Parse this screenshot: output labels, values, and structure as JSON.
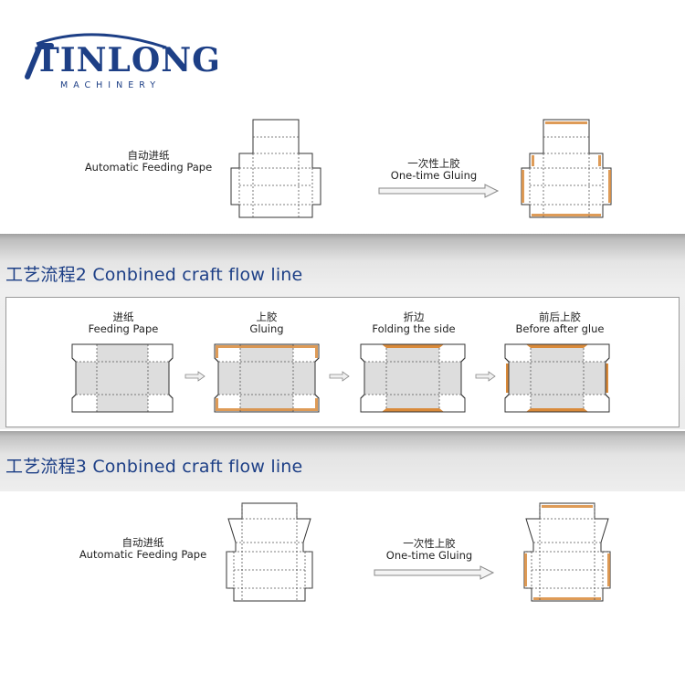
{
  "brand": {
    "logo_text": "TINLONG",
    "logo_sub": "MACHINERY",
    "logo_color": "#1d3f86"
  },
  "colors": {
    "glue": "#d98a3a",
    "dash": "#555555",
    "outline": "#333333",
    "panel_fill": "#dddddd",
    "band_top": "#9c9c9c",
    "band_bottom": "#ececec",
    "title": "#1d3f86"
  },
  "flow1": {
    "step1": {
      "cn": "自动进纸",
      "en": "Automatic Feeding Pape"
    },
    "step2": {
      "cn": "一次性上胶",
      "en": "One-time Gluing"
    }
  },
  "flow2": {
    "title": "工艺流程2 Conbined craft flow line",
    "steps": [
      {
        "cn": "进纸",
        "en": "Feeding Pape"
      },
      {
        "cn": "上胶",
        "en": "Gluing"
      },
      {
        "cn": "折边",
        "en": "Folding the side"
      },
      {
        "cn": "前后上胶",
        "en": "Before after glue"
      }
    ]
  },
  "flow3": {
    "title": "工艺流程3 Conbined craft flow line",
    "step1": {
      "cn": "自动进纸",
      "en": "Automatic Feeding Pape"
    },
    "step2": {
      "cn": "一次性上胶",
      "en": "One-time Gluing"
    }
  }
}
